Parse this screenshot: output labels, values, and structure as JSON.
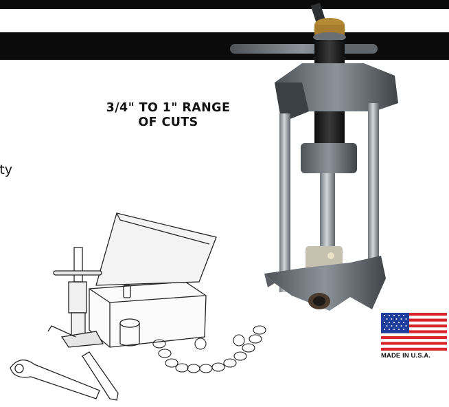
{
  "headline": {
    "line1": "3/4\" TO 1\" RANGE",
    "line2": "OF CUTS"
  },
  "partial_text": "ity",
  "badge": {
    "label": "MADE IN U.S.A."
  },
  "colors": {
    "band": "#0b0b0b",
    "flag_red": "#d9242b",
    "flag_blue": "#1f3e9c",
    "tool_steel": "#8e959c"
  },
  "icons": [
    "pipe-cutter-tool-image",
    "kit-illustration",
    "usa-flag-icon"
  ]
}
